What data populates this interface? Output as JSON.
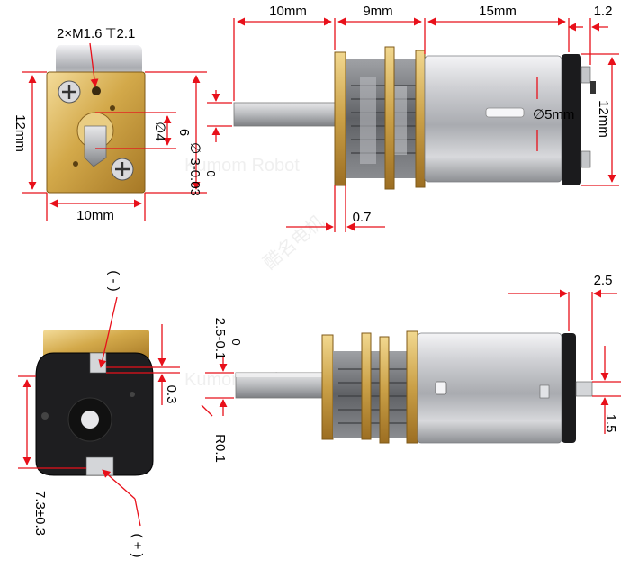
{
  "watermark": {
    "latin": "Kumom Robot",
    "cjk": "酷名电机"
  },
  "top": {
    "end_view": {
      "screw_label": "2×M1.6",
      "screw_depth": "2.1",
      "height_label": "12mm",
      "width_label": "10mm",
      "shaft_dia_label": "∅4",
      "offset_label": "6"
    },
    "side_view": {
      "shaft_len_label": "10mm",
      "gearbox_len_label": "9mm",
      "motor_len_label": "15mm",
      "end_len_label": "1.2",
      "motor_height_label": "12mm",
      "motor_dia_label": "∅5mm",
      "shaft_tol_upper": "0",
      "shaft_tol_label": "∅ 3-0.03",
      "flange_label": "0.7"
    }
  },
  "bottom": {
    "end_view": {
      "minus_label": "( - )",
      "plus_label": "( + )",
      "gap_label": "0.3",
      "height_label": "7.3±0.3"
    },
    "side_view": {
      "flat_tol_upper": "0",
      "flat_label": "2.5-0.1",
      "radius_label": "R0.1",
      "terminal_len_label": "2.5",
      "terminal_h_label": "1.5"
    }
  }
}
